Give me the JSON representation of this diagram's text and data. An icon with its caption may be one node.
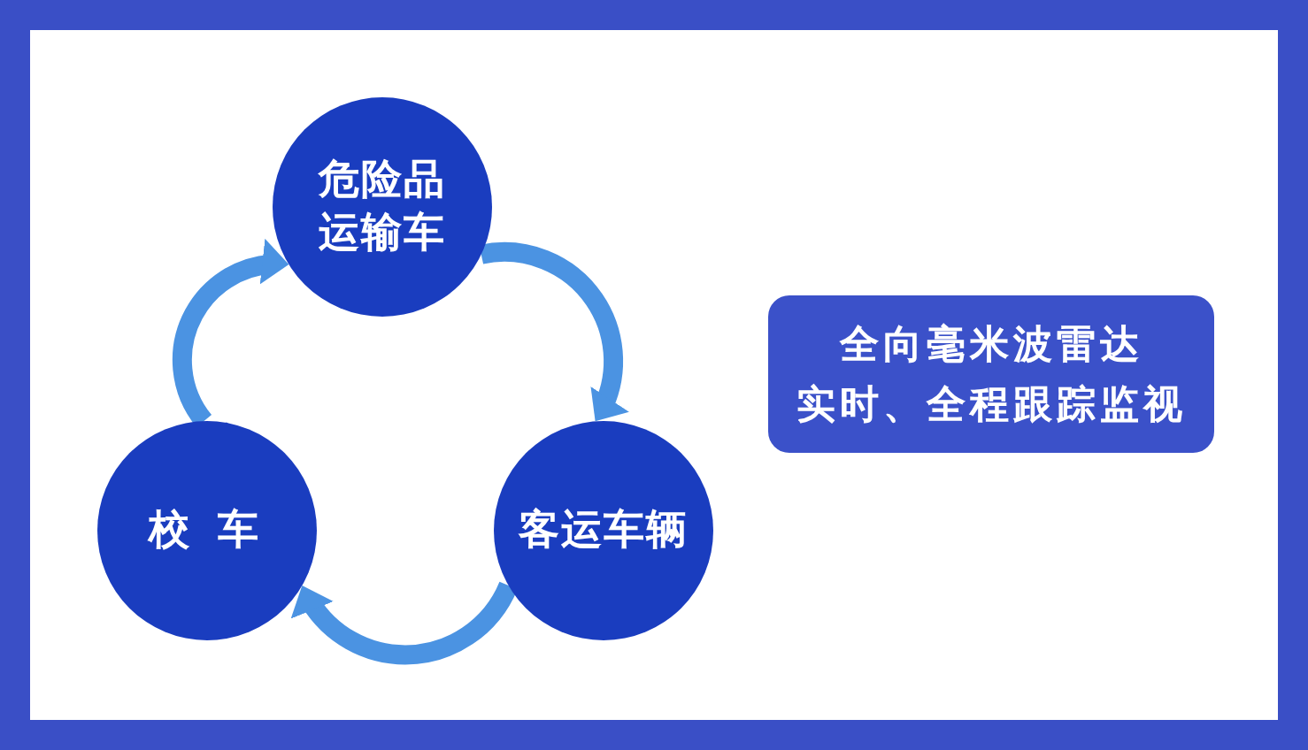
{
  "diagram": {
    "nodes": [
      {
        "text": [
          "危险品运输车"
        ]
      },
      {
        "text": [
          "校 车"
        ]
      },
      {
        "text": [
          "客运车辆"
        ]
      },
      {
        "text": [
          "全向毫米波雷达",
          "实时、全程跟踪监视"
        ]
      }
    ],
    "edges": [
      {
        "from": 0,
        "to": 2,
        "arrow": "to"
      },
      {
        "from": 2,
        "to": 1,
        "arrow": "to"
      },
      {
        "from": 1,
        "to": 0,
        "arrow": "to"
      }
    ]
  }
}
